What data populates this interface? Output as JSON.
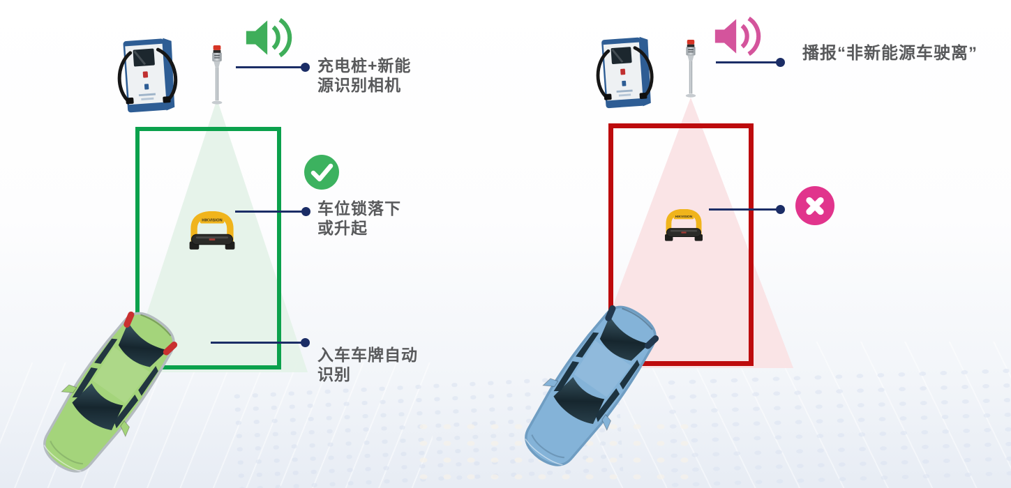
{
  "annotations": {
    "charger_camera": {
      "lines": [
        "充电桩+新能",
        "源识别相机"
      ]
    },
    "lock_action": {
      "lines": [
        "车位锁落下",
        "或升起"
      ]
    },
    "plate_recognition": {
      "lines": [
        "入车车牌自动",
        "识别"
      ]
    },
    "broadcast": {
      "lines": [
        "播报“非新能源车驶离”"
      ]
    }
  },
  "lock_brand": "HIKVISION",
  "icons": {
    "left_audio": "speaker-icon",
    "right_audio": "speaker-icon",
    "allowed": "check-icon",
    "denied": "cross-icon"
  },
  "colors": {
    "zone_green": "#0ba14c",
    "cone_green": "#e4f2e8",
    "check_green": "#3cb25f",
    "speaker_green": "#3fae5a",
    "zone_red": "#bd0b0d",
    "cone_pink": "#fae2e4",
    "cross_pink": "#e1348c",
    "speaker_pink": "#d4549c",
    "leader_navy": "#1b2d66",
    "label_gray": "#58595b",
    "car_green": "#a4d47b",
    "car_blue": "#84b3d8",
    "lock_yellow": "#f0b41c"
  }
}
